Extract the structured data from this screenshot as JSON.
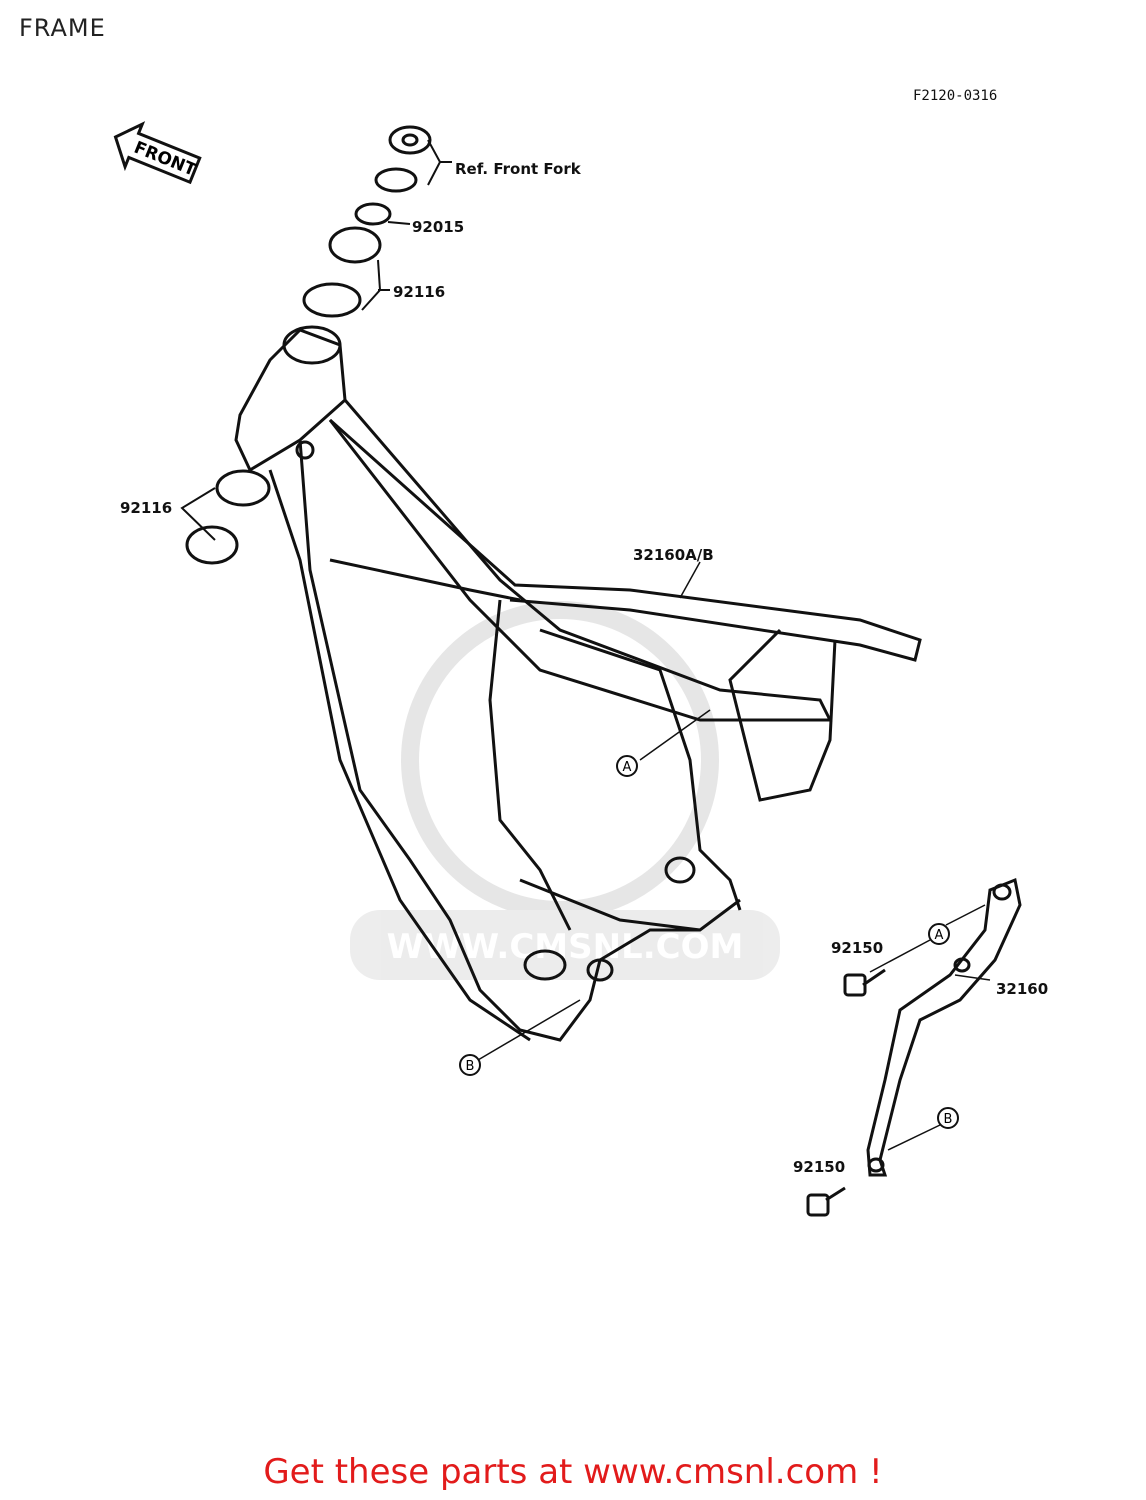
{
  "title": "FRAME",
  "diagram_code": "F2120-0316",
  "front_tag": "FRONT",
  "callouts": {
    "ref_front_fork": "Ref. Front Fork",
    "p92015": "92015",
    "p92116_top": "92116",
    "p92116_left": "92116",
    "p32160ab": "32160A/B",
    "p32160": "32160",
    "p92150_a": "92150",
    "p92150_b": "92150",
    "marker_a1": "A",
    "marker_a2": "A",
    "marker_b1": "B",
    "marker_b2": "B"
  },
  "watermark": "WWW.CMSNL.COM",
  "cta": "Get these parts at www.cmsnl.com !"
}
